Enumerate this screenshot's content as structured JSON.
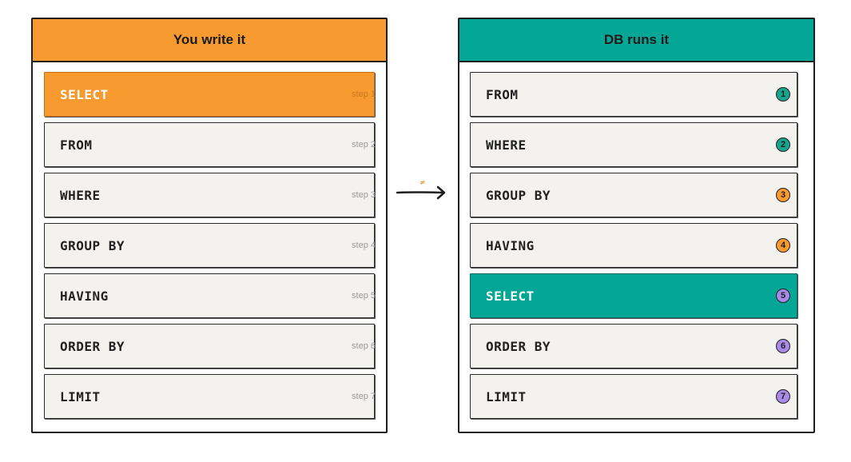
{
  "left_panel": {
    "title": "You write it",
    "color": "#f79a2f",
    "rows": [
      {
        "keyword": "SELECT",
        "step": "step 1",
        "highlight": "orange"
      },
      {
        "keyword": "FROM",
        "step": "step 2"
      },
      {
        "keyword": "WHERE",
        "step": "step 3"
      },
      {
        "keyword": "GROUP BY",
        "step": "step 4"
      },
      {
        "keyword": "HAVING",
        "step": "step 5"
      },
      {
        "keyword": "ORDER BY",
        "step": "step 6"
      },
      {
        "keyword": "LIMIT",
        "step": "step 7"
      }
    ]
  },
  "connector": {
    "symbol": "≠"
  },
  "right_panel": {
    "title": "DB runs it",
    "color": "#04a696",
    "rows": [
      {
        "keyword": "FROM",
        "badge": "1",
        "badge_color": "#1aa38f"
      },
      {
        "keyword": "WHERE",
        "badge": "2",
        "badge_color": "#1aa38f"
      },
      {
        "keyword": "GROUP BY",
        "badge": "3",
        "badge_color": "#f79a2f"
      },
      {
        "keyword": "HAVING",
        "badge": "4",
        "badge_color": "#f79a2f"
      },
      {
        "keyword": "SELECT",
        "badge": "5",
        "badge_color": "#a88be8",
        "highlight": "teal"
      },
      {
        "keyword": "ORDER BY",
        "badge": "6",
        "badge_color": "#a88be8"
      },
      {
        "keyword": "LIMIT",
        "badge": "7",
        "badge_color": "#a88be8"
      }
    ]
  }
}
